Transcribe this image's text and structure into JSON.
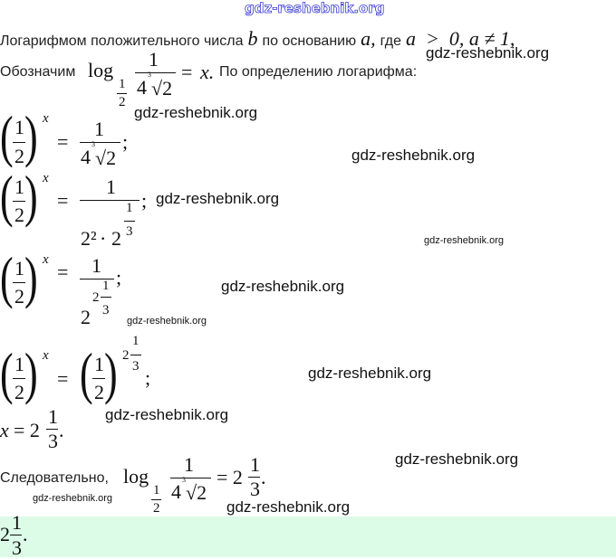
{
  "watermark_top": "gdz-reshebnik.org",
  "watermark": "gdz-reshebnik.org",
  "intro": {
    "text1": "Логарифмом положительного числа",
    "b": "b",
    "text2": "по основанию",
    "a": "a,",
    "text3": "где",
    "cond": "a  >  0, a ≠ 1,"
  },
  "denote": {
    "label": "Обозначим",
    "log": "log",
    "one": "1",
    "two": "2",
    "four": "4",
    "root_index": "3",
    "sqrt": "√2",
    "eq": "=",
    "x": "x.",
    "tail": "По определению логарифма:"
  },
  "common": {
    "lparen": "(",
    "rparen": ")",
    "one": "1",
    "two": "2",
    "three": "3",
    "x": "x",
    "eq": "=",
    "semi": ";",
    "four": "4",
    "root_index": "3",
    "sqrt": "√2",
    "two_sq": "2²",
    "cdot": "·"
  },
  "result": {
    "x": "x",
    "eq": "= 2",
    "dot": "."
  },
  "conclusion": {
    "label": "Следовательно,",
    "log": "log",
    "eq": "= 2",
    "dot": "."
  },
  "answer": {
    "whole": "2",
    "num": "1",
    "den": "3",
    "dot": "."
  }
}
